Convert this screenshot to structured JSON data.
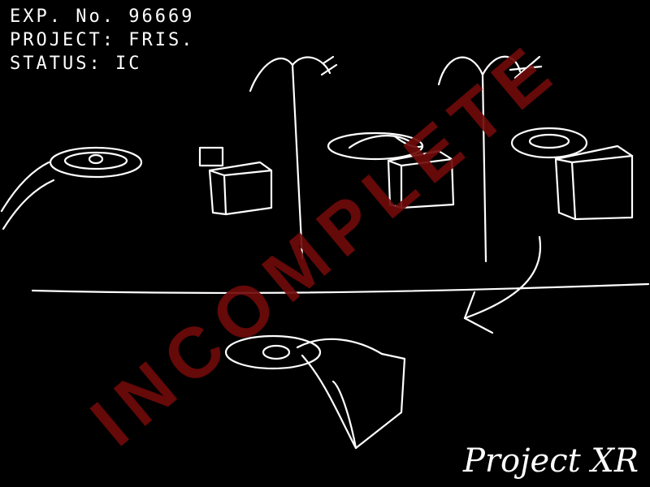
{
  "header": {
    "exp_number": "EXP. No. 96669",
    "project": "PROJECT: FRIS.",
    "status": "STATUS: IC"
  },
  "stamp": {
    "text": "INCOMPLETE",
    "color": "#6e0a0a"
  },
  "signature": {
    "text": "Project XR"
  },
  "colors": {
    "background": "#000000",
    "stroke": "#ffffff"
  }
}
